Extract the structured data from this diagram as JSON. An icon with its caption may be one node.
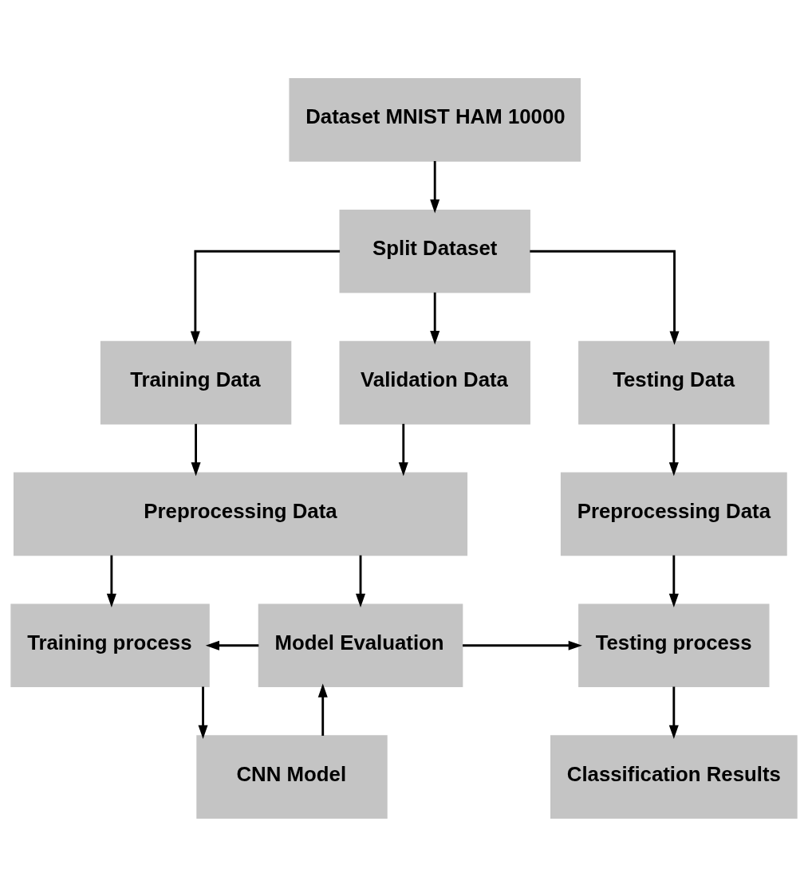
{
  "diagram": {
    "nodes": [
      {
        "text": [
          "Dataset MNIST HAM 10000"
        ]
      },
      {
        "text": [
          "Split Dataset"
        ]
      },
      {
        "text": [
          "Training Data"
        ]
      },
      {
        "text": [
          "Validation Data"
        ]
      },
      {
        "text": [
          "Testing Data"
        ]
      },
      {
        "text": [
          "Preprocessing Data"
        ]
      },
      {
        "text": [
          "Preprocessing Data"
        ]
      },
      {
        "text": [
          "Training process"
        ]
      },
      {
        "text": [
          "Model Evaluation"
        ]
      },
      {
        "text": [
          "Testing process"
        ]
      },
      {
        "text": [
          "CNN Model"
        ]
      },
      {
        "text": [
          "Classification Results"
        ]
      }
    ],
    "edges": [
      {
        "from": 0,
        "to": 1,
        "arrow": "to"
      },
      {
        "from": 1,
        "to": 2,
        "arrow": "to"
      },
      {
        "from": 1,
        "to": 3,
        "arrow": "to"
      },
      {
        "from": 1,
        "to": 4,
        "arrow": "to"
      },
      {
        "from": 2,
        "to": 5,
        "arrow": "to"
      },
      {
        "from": 3,
        "to": 5,
        "arrow": "to"
      },
      {
        "from": 4,
        "to": 6,
        "arrow": "to"
      },
      {
        "from": 5,
        "to": 7,
        "arrow": "to"
      },
      {
        "from": 5,
        "to": 8,
        "arrow": "to"
      },
      {
        "from": 6,
        "to": 9,
        "arrow": "to"
      },
      {
        "from": 8,
        "to": 7,
        "arrow": "to"
      },
      {
        "from": 8,
        "to": 9,
        "arrow": "to"
      },
      {
        "from": 7,
        "to": 10,
        "arrow": "to"
      },
      {
        "from": 10,
        "to": 8,
        "arrow": "to"
      },
      {
        "from": 9,
        "to": 11,
        "arrow": "to"
      }
    ]
  }
}
